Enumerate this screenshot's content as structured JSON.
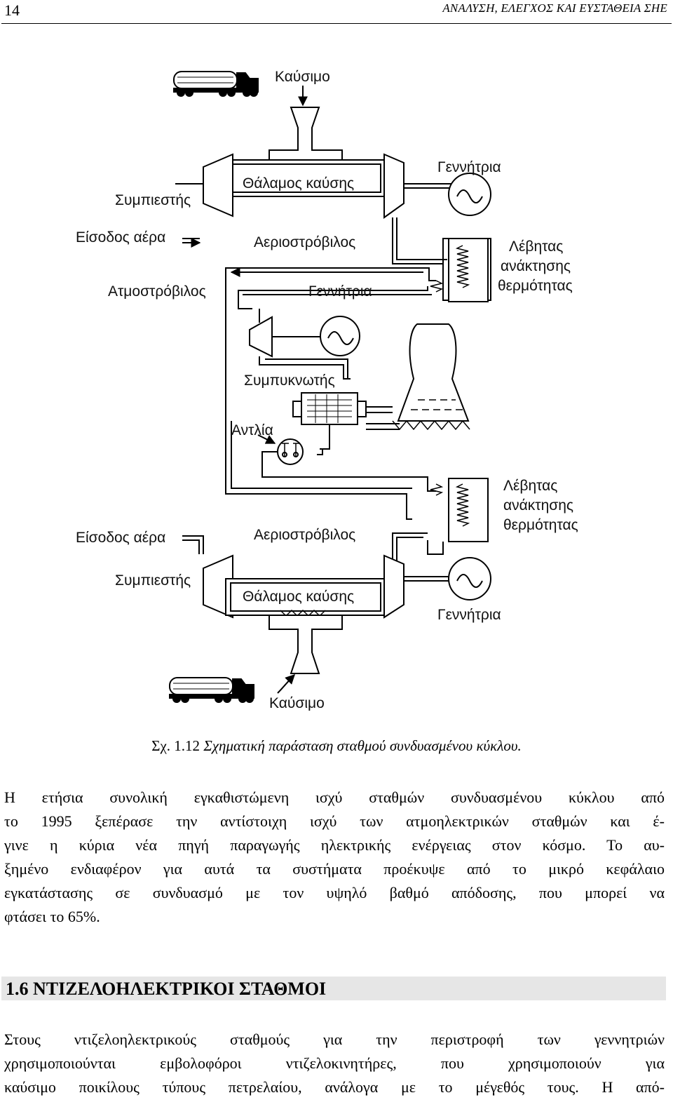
{
  "header": {
    "page_number": "14",
    "running_title": "ΑΝΑΛΥΣΗ, ΕΛΕΓΧΟΣ ΚΑΙ ΕΥΣΤΑΘΕΙΑ ΣΗΕ"
  },
  "diagram": {
    "labels": {
      "fuel_top": "Καύσιμο",
      "generator_top": "Γεννήτρια",
      "compressor_top": "Συμπιεστής",
      "combustion_top": "Θάλαμος καύσης",
      "air_inlet_top": "Είσοδος αέρα",
      "gas_turbine_top": "Αεριοστρόβιλος",
      "hrsg_top": [
        "Λέβητας",
        "ανάκτησης",
        "θερμότητας"
      ],
      "steam_turbine": "Ατμοστρόβιλος",
      "generator_mid": "Γεννήτρια",
      "condenser": "Συμπυκνωτής",
      "pump": "Αντλία",
      "hrsg_bottom": [
        "Λέβητας",
        "ανάκτησης",
        "θερμότητας"
      ],
      "air_inlet_bottom": "Είσοδος αέρα",
      "gas_turbine_bottom": "Αεριοστρόβιλος",
      "compressor_bottom": "Συμπιεστής",
      "combustion_bottom": "Θάλαμος καύσης",
      "generator_bottom": "Γεννήτρια",
      "fuel_bottom": "Καύσιμο"
    }
  },
  "caption": {
    "number": "Σχ. 1.12",
    "text": "Σχηματική παράσταση σταθμού συνδυασμένου κύκλου."
  },
  "paragraph1": [
    "Η ετήσια συνολική εγκαθιστώμενη ισχύ σταθμών συνδυασμένου κύκλου από",
    "το 1995 ξεπέρασε την αντίστοιχη ισχύ των ατμοηλεκτρικών σταθμών και έ-",
    "γινε η κύρια νέα πηγή παραγωγής ηλεκτρικής ενέργειας στον κόσμο. Το αυ-",
    "ξημένο ενδιαφέρον για αυτά τα συστήματα προέκυψε από το μικρό κεφάλαιο",
    "εγκατάστασης σε συνδυασμό με τον υψηλό βαθμό απόδοσης, που μπορεί να",
    "φτάσει το 65%."
  ],
  "section": {
    "title": "1.6 ΝΤΙΖΕΛΟΗΛΕΚΤΡΙΚΟΙ ΣΤΑΘΜΟΙ"
  },
  "paragraph2": [
    "Στους ντιζελοηλεκτρικούς σταθμούς για την περιστροφή των γεννητριών",
    "χρησιμοποιούνται εμβολοφόροι ντιζελοκινητήρες, που χρησιμοποιούν για",
    "καύσιμο ποικίλους τύπους πετρελαίου, ανάλογα με το μέγεθός τους. Η από-"
  ]
}
